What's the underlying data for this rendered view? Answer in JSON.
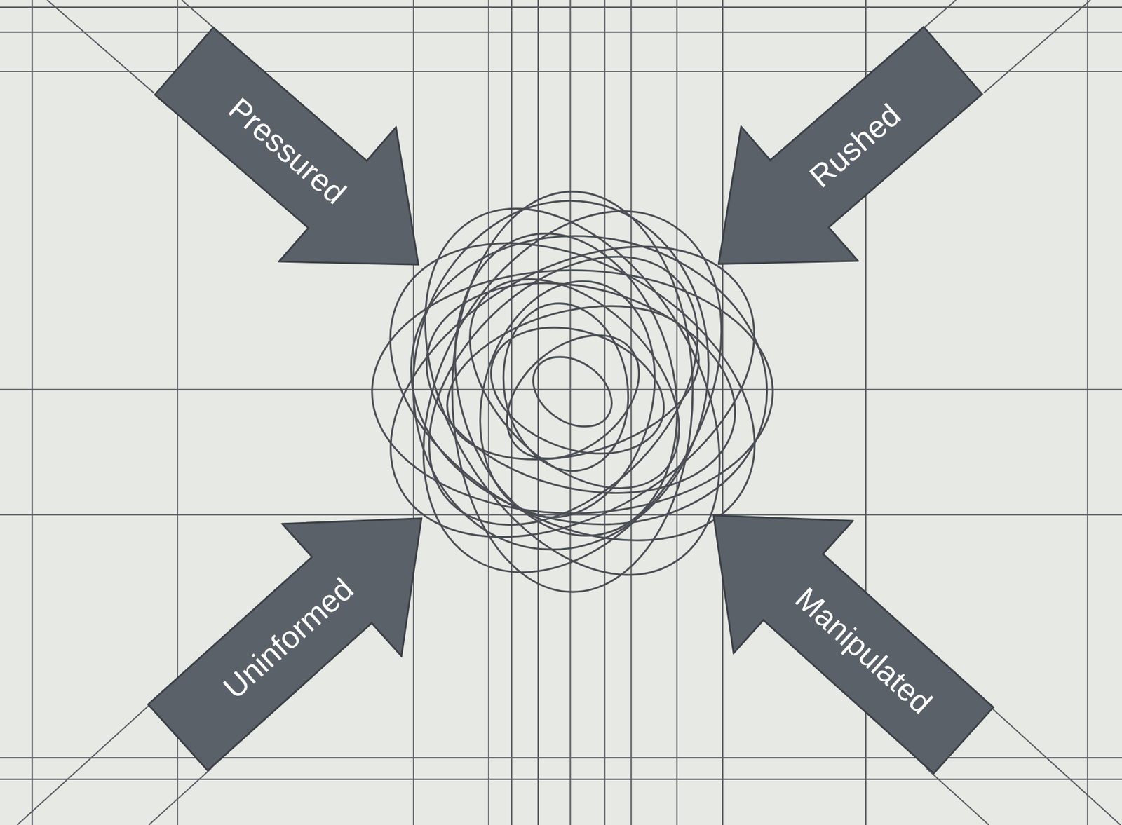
{
  "diagram": {
    "nodes": [
      {
        "text": [
          "Pressured"
        ]
      },
      {
        "text": [
          "Rushed"
        ]
      },
      {
        "text": [
          "Uninformed"
        ]
      },
      {
        "text": [
          "Manipulated"
        ]
      }
    ]
  }
}
